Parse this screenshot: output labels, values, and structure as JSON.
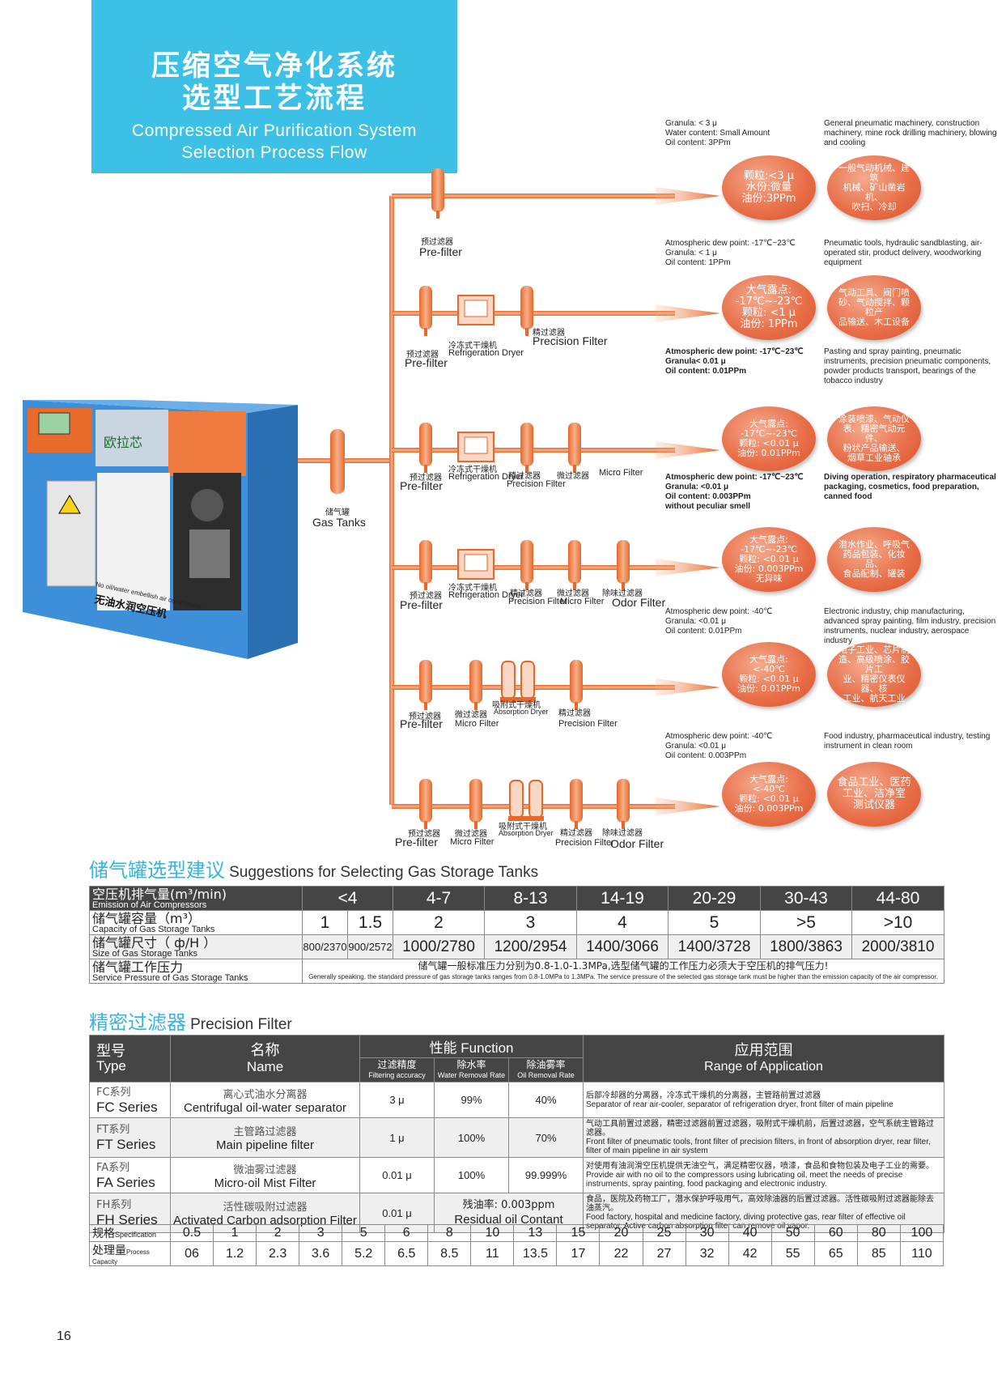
{
  "header": {
    "title_zh_1": "压缩空气净化系统",
    "title_zh_2": "选型工艺流程",
    "title_en_1": "Compressed Air Purification System",
    "title_en_2": "Selection Process Flow"
  },
  "machine": {
    "brand": "欧拉芯",
    "label_en": "No oil/water embellish air compressor",
    "label_zh": "无油水润空压机"
  },
  "tank": {
    "zh": "储气罐",
    "en": "Gas Tanks"
  },
  "flow_labels": {
    "prefilter_zh": "预过滤器",
    "prefilter_en": "Pre-filter",
    "dryer_zh": "冷冻式干燥机",
    "dryer_en": "Refrigeration Dryer",
    "precision_zh": "精过滤器",
    "precision_en": "Precision Filter",
    "micro_zh": "微过滤器",
    "micro_en": "Micro Filter",
    "odor_zh": "除味过滤器",
    "odor_en": "Odor Filter",
    "absorption_zh": "吸附式干燥机",
    "absorption_en": "Absorption Dryer"
  },
  "outputs": [
    {
      "info": [
        "Granula: < 3 μ",
        "Water content: Small Amount",
        "Oil content: 3PPm"
      ],
      "ball_spec": "颗粒:<3 μ\n水份:微量\n油份:3PPm",
      "ball_app": "一般气动机械、建筑\n机械、矿山凿岩机、\n吹扫、冷却",
      "apps": "General pneumatic machinery, construction machinery, mine rock drilling machinery, blowing and cooling"
    },
    {
      "info": [
        "Atmospheric dew point: -17℃~23℃",
        "Granula: < 1 μ",
        "Oil content: 1PPm"
      ],
      "ball_spec": "大气露点:\n-17℃~-23℃\n颗粒: <1 μ\n油份: 1PPm",
      "ball_app": "气动工具、阀门喷\n砂、气动搅拌、颗粒产\n品输送、木工设备",
      "apps": "Pneumatic tools, hydraulic sandblasting, air-operated stir, product delivery, woodworking equipment"
    },
    {
      "info": [
        "Atmospheric dew point: -17℃~23℃",
        "Granula< 0.01 μ",
        "Oil content: 0.01PPm"
      ],
      "ball_spec": "大气露点:\n-17℃~-23℃\n颗粒: <0.01 μ\n油份: 0.01PPm",
      "ball_app": "涂装喷漆、气动仪\n表、精密气动元件、\n粉状产品输送、\n烟草工业轴承",
      "apps": "Pasting and spray painting, pneumatic instruments, precision pneumatic components, powder products transport, bearings of the tobacco industry"
    },
    {
      "info": [
        "Atmospheric dew point: -17℃~23℃",
        "Granula: <0.01 μ",
        "Oil content: 0.003PPm",
        "without peculiar smell"
      ],
      "ball_spec": "大气露点:\n-17℃~-23℃\n颗粒: <0.01 μ\n油份: 0.003PPm\n无异味",
      "ball_app": "潜水作业、呼吸气\n药品包装、化妆品、\n食品配制、罐装",
      "apps": "Diving operation, respiratory pharmaceutical packaging, cosmetics, food preparation, canned food"
    },
    {
      "info": [
        "Atmospheric dew point: -40℃",
        "Granula: <0.01 μ",
        "Oil content: 0.01PPm"
      ],
      "ball_spec": "大气露点:\n<-40℃\n颗粒: <0.01 μ\n油份: 0.01PPm",
      "ball_app": "电子工业、芯片制\n造、高级喷涂、胶片工\n业、精密仪表仪器、核\n工业、航天工业",
      "apps": "Electronic industry, chip manufacturing, advanced spray painting, film industry, precision instruments, nuclear industry, aerospace industry"
    },
    {
      "info": [
        "Atmospheric dew point: -40℃",
        "Granula: <0.01 μ",
        "Oil content: 0.003PPm"
      ],
      "ball_spec": "大气露点:\n<-40℃\n颗粒: <0.01 μ\n油份: 0.003PPm",
      "ball_app": "食品工业、医药\n工业、洁净室\n测试仪器",
      "apps": "Food industry, pharmaceutical industry, testing instrument in clean room"
    }
  ],
  "tank_section": {
    "title_zh": "储气罐选型建议",
    "title_en": "Suggestions for Selecting Gas Storage Tanks",
    "row1_zh": "空压机排气量(m³/min)",
    "row1_en": "Emission of Air Compressors",
    "row2_zh": "储气罐容量（m³）",
    "row2_en": "Capacity of Gas Storage Tanks",
    "row3_zh": "储气罐尺寸（ ф/H ）",
    "row3_en": "Size of Gas Storage Tanks",
    "row4_zh": "储气罐工作压力",
    "row4_en": "Service Pressure of Gas Storage Tanks",
    "emission": [
      "<4",
      "4-7",
      "8-13",
      "14-19",
      "20-29",
      "30-43",
      "44-80"
    ],
    "capacity": [
      "1",
      "1.5",
      "2",
      "3",
      "4",
      "5",
      ">5",
      ">10"
    ],
    "size": [
      "800/2370",
      "900/2572",
      "1000/2780",
      "1200/2954",
      "1400/3066",
      "1400/3728",
      "1800/3863",
      "2000/3810"
    ],
    "pressure_zh": "储气罐一般标准压力分别为0.8-1.0-1.3MPa,选型储气罐的工作压力必须大于空压机的排气压力!",
    "pressure_en": "Generally speaking, the standard pressure of gas storage tanks ranges from 0.8-1.0MPa to 1.3MPa. The service pressure of the selected gas storage tank must be higher than the emission capacity of the air compressor."
  },
  "filter_section": {
    "title_zh": "精密过滤器",
    "title_en": "Precision Filter",
    "h_type_zh": "型号",
    "h_type_en": "Type",
    "h_name_zh": "名称",
    "h_name_en": "Name",
    "h_func": "性能 Function",
    "h_acc_zh": "过滤精度",
    "h_acc_en": "Filtering accuracy",
    "h_water_zh": "除水率",
    "h_water_en": "Water Removal Rate",
    "h_oil_zh": "除油雾率",
    "h_oil_en": "Oil Removal Rate",
    "h_range_zh": "应用范围",
    "h_range_en": "Range of Application",
    "rows": [
      {
        "type_zh": "FC系列",
        "type_en": "FC Series",
        "name_zh": "离心式油水分离器",
        "name_en": "Centrifugal oil-water separator",
        "acc": "3 μ",
        "water": "99%",
        "oil": "40%",
        "app_zh": "后部冷却器的分离器，冷冻式干燥机的分离器，主管路前置过滤器",
        "app_en": "Separator of rear air-cooler, separator of refrigeration dryer, front filter of main pipeline"
      },
      {
        "type_zh": "FT系列",
        "type_en": "FT Series",
        "name_zh": "主管路过滤器",
        "name_en": "Main pipeline filter",
        "acc": "1 μ",
        "water": "100%",
        "oil": "70%",
        "app_zh": "气动工具前置过滤器，精密过滤器前置过滤器，吸附式干燥机前，后置过滤器，空气系统主管路过滤器。",
        "app_en": "Front filter of pneumatic tools, front filter of precision filters, in front of absorption dryer, rear filter, filter of main pipeline in air system"
      },
      {
        "type_zh": "FA系列",
        "type_en": "FA Series",
        "name_zh": "微油雾过滤器",
        "name_en": "Micro-oil Mist Filter",
        "acc": "0.01 μ",
        "water": "100%",
        "oil": "99.999%",
        "app_zh": "对使用有油润滑空压机提供无油空气，满足精密仪器，喷漆，食品和食物包装及电子工业的需要。",
        "app_en": "Provide air with no oil to the compressors using lubricating oil, meet the needs of precise instruments, spray painting, food packaging and electronic industry."
      },
      {
        "type_zh": "FH系列",
        "type_en": "FH Series",
        "name_zh": "活性碳吸附过滤器",
        "name_en": "Activated Carbon adsorption Filter",
        "acc": "0.01 μ",
        "residual_zh": "残油率: 0.003ppm",
        "residual_en": "Residual oil Contant",
        "app_zh": "食品，医院及药物工厂，潜水保护呼吸用气，高效除油器的后置过滤器。活性碳吸附过滤器能除去油蒸汽。",
        "app_en": "Food factory, hospital and medicine factory, diving protective gas, rear filter of effective oil separator. Active carbon absorption filter can remove oil vapor."
      }
    ],
    "spec_zh": "规格",
    "spec_en": "Specification",
    "cap_zh": "处理量",
    "cap_en": "Process Capacity",
    "spec": [
      "0.5",
      "1",
      "2",
      "3",
      "5",
      "6",
      "8",
      "10",
      "13",
      "15",
      "20",
      "25",
      "30",
      "40",
      "50",
      "60",
      "80",
      "100"
    ],
    "capacity": [
      "06",
      "1.2",
      "2.3",
      "3.6",
      "5.2",
      "6.5",
      "8.5",
      "11",
      "13.5",
      "17",
      "22",
      "27",
      "32",
      "42",
      "55",
      "65",
      "85",
      "110"
    ]
  },
  "page_number": "16"
}
